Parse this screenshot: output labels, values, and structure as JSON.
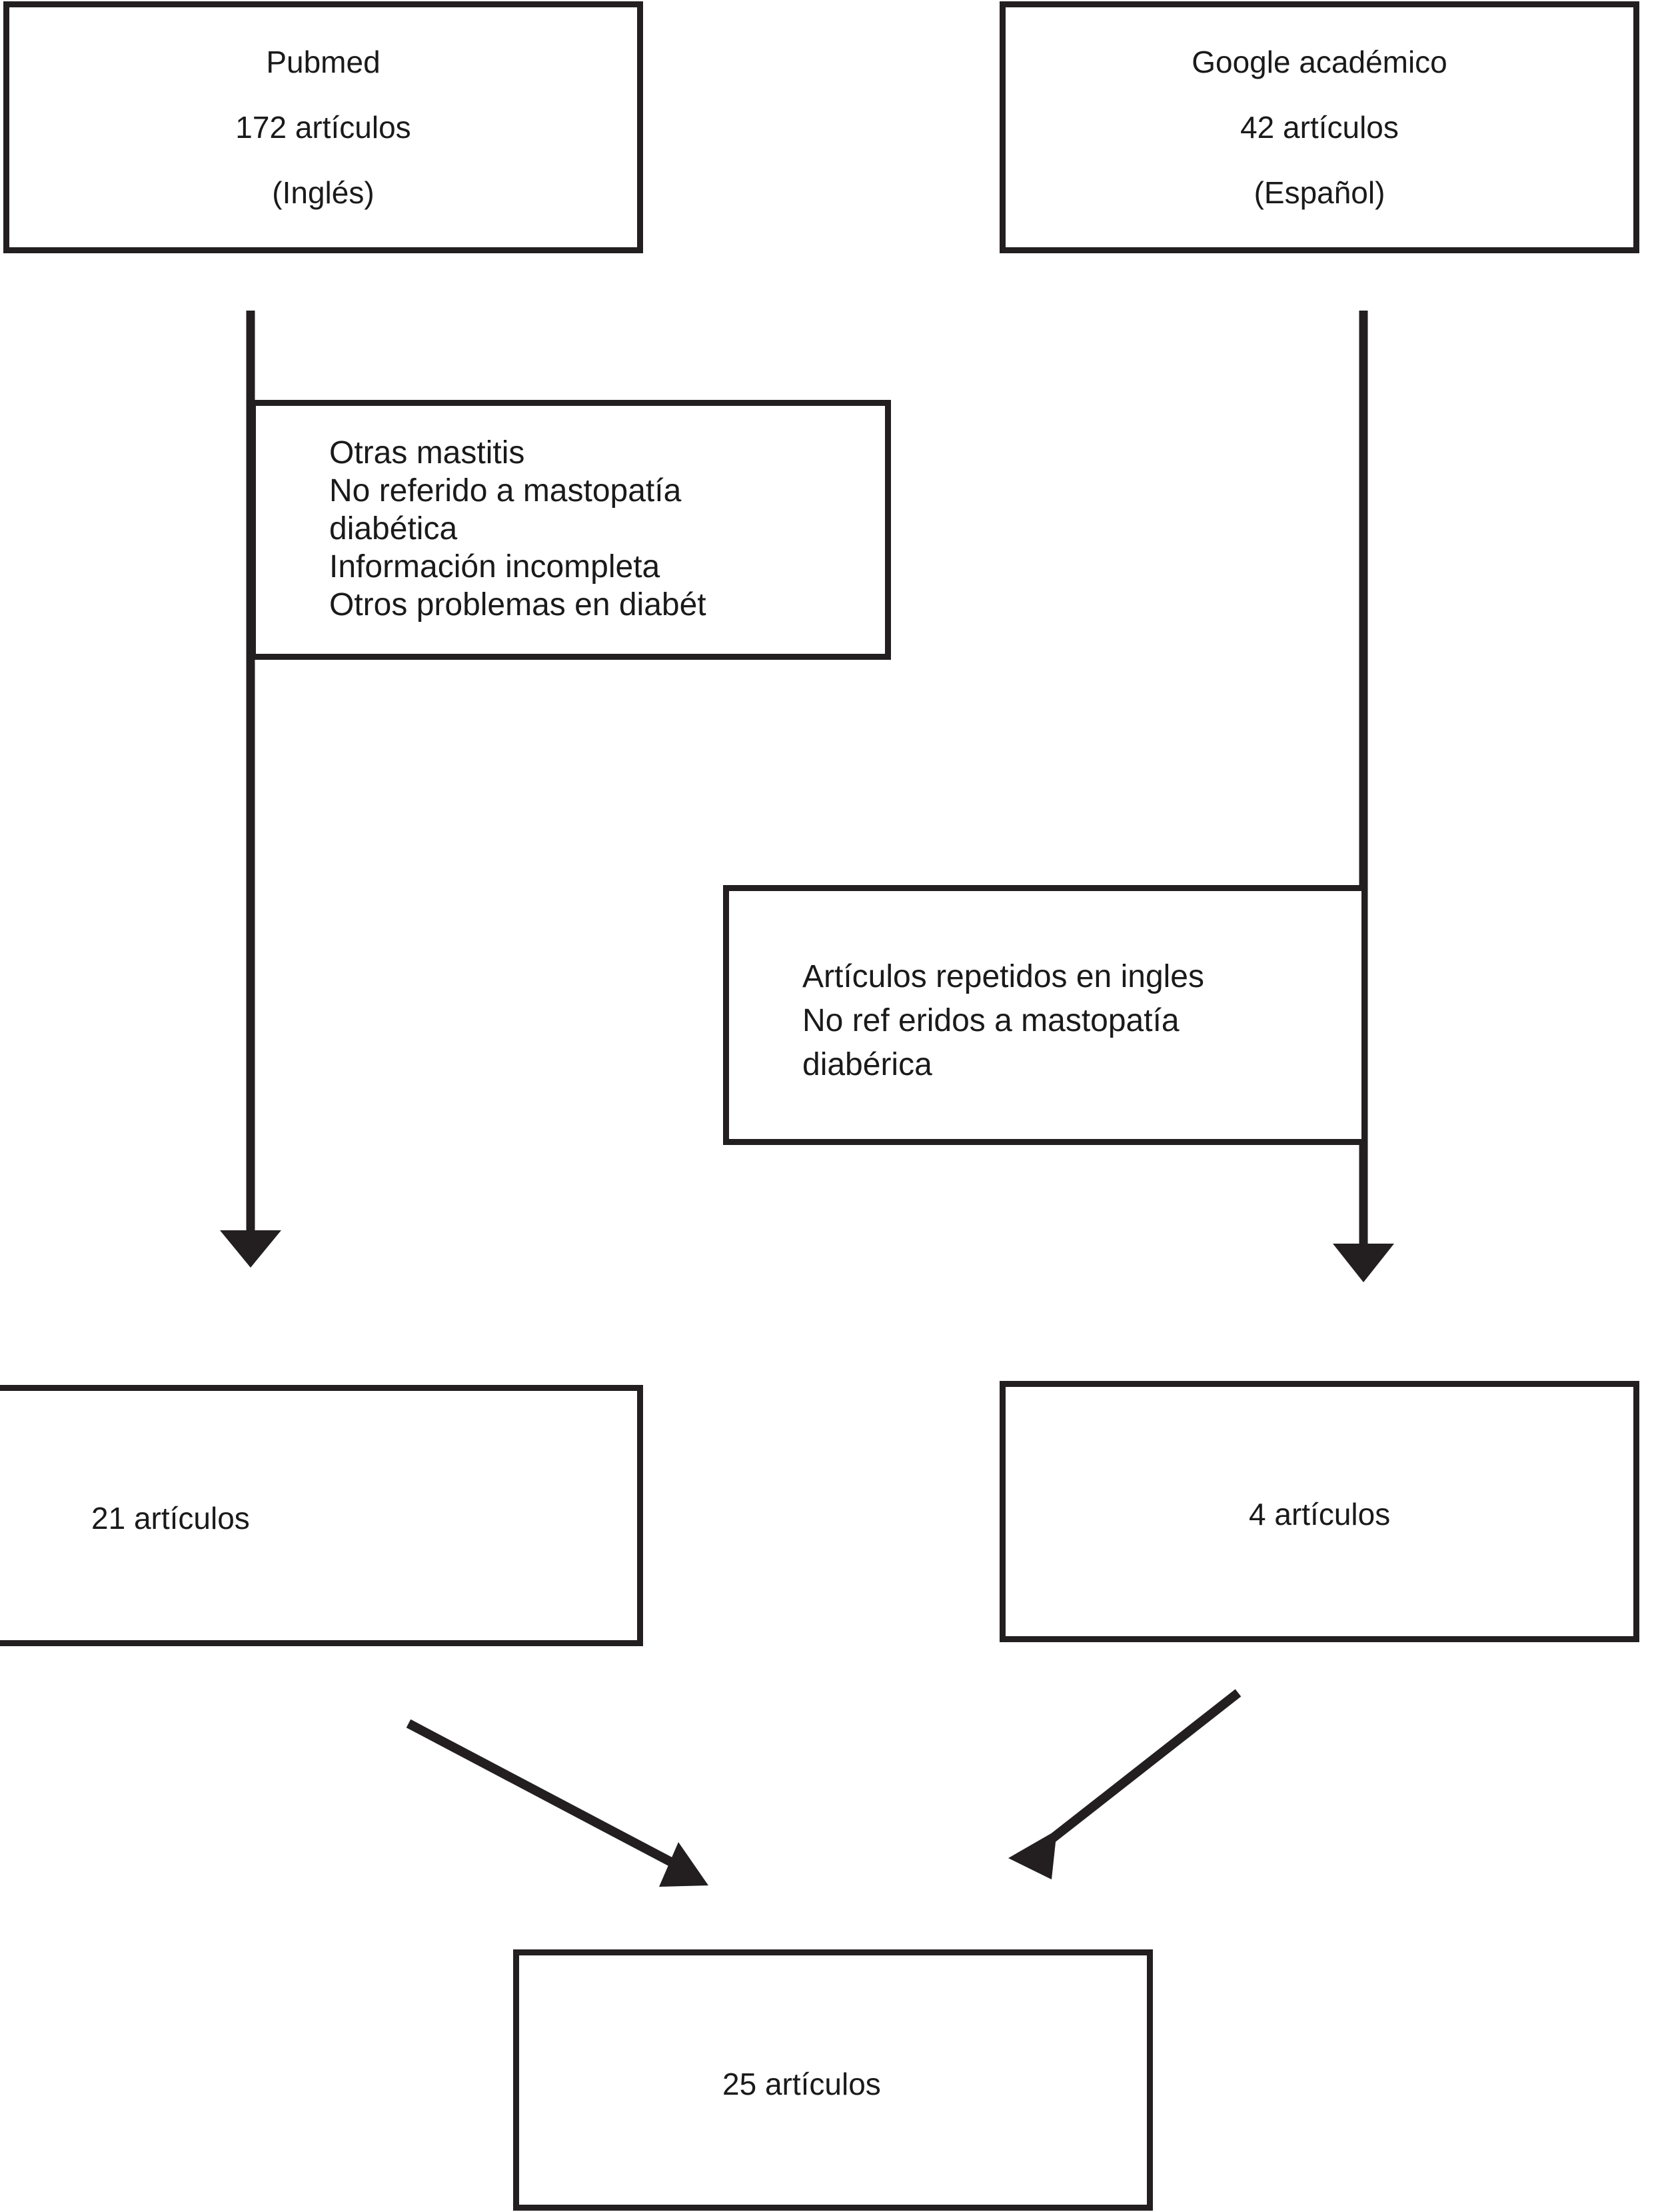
{
  "diagram": {
    "type": "flowchart",
    "title": "Article selection flow diagram",
    "line_color": "#231f20",
    "background_color": "#ffffff"
  },
  "sources": [
    {
      "id": "pubmed",
      "lines": [
        "Pubmed",
        "172 artículos",
        "(Inglés)"
      ],
      "database": "Pubmed",
      "count": 172,
      "language": "(Inglés)"
    },
    {
      "id": "google-academico",
      "lines": [
        "Google académico",
        "42 artículos",
        "(Español)"
      ],
      "database": "Google académico",
      "count": 42,
      "language": "(Español)"
    }
  ],
  "exclusions": [
    {
      "id": "exclusion-pubmed",
      "lines": [
        "Otras mastitis",
        "No referido a mastopatía",
        "diabética",
        "Información incompleta",
        "Otros problemas en diabét"
      ]
    },
    {
      "id": "exclusion-google",
      "lines": [
        "Artículos repetidos en ingles",
        "No ref eridos a mastopatía",
        "diabérica"
      ]
    }
  ],
  "included": [
    {
      "id": "included-pubmed",
      "label": "21 artículos",
      "count": 21
    },
    {
      "id": "included-google",
      "label": "4 artículos",
      "count": 4
    }
  ],
  "total": {
    "id": "total-included",
    "label": "25 artículos",
    "count": 25
  }
}
